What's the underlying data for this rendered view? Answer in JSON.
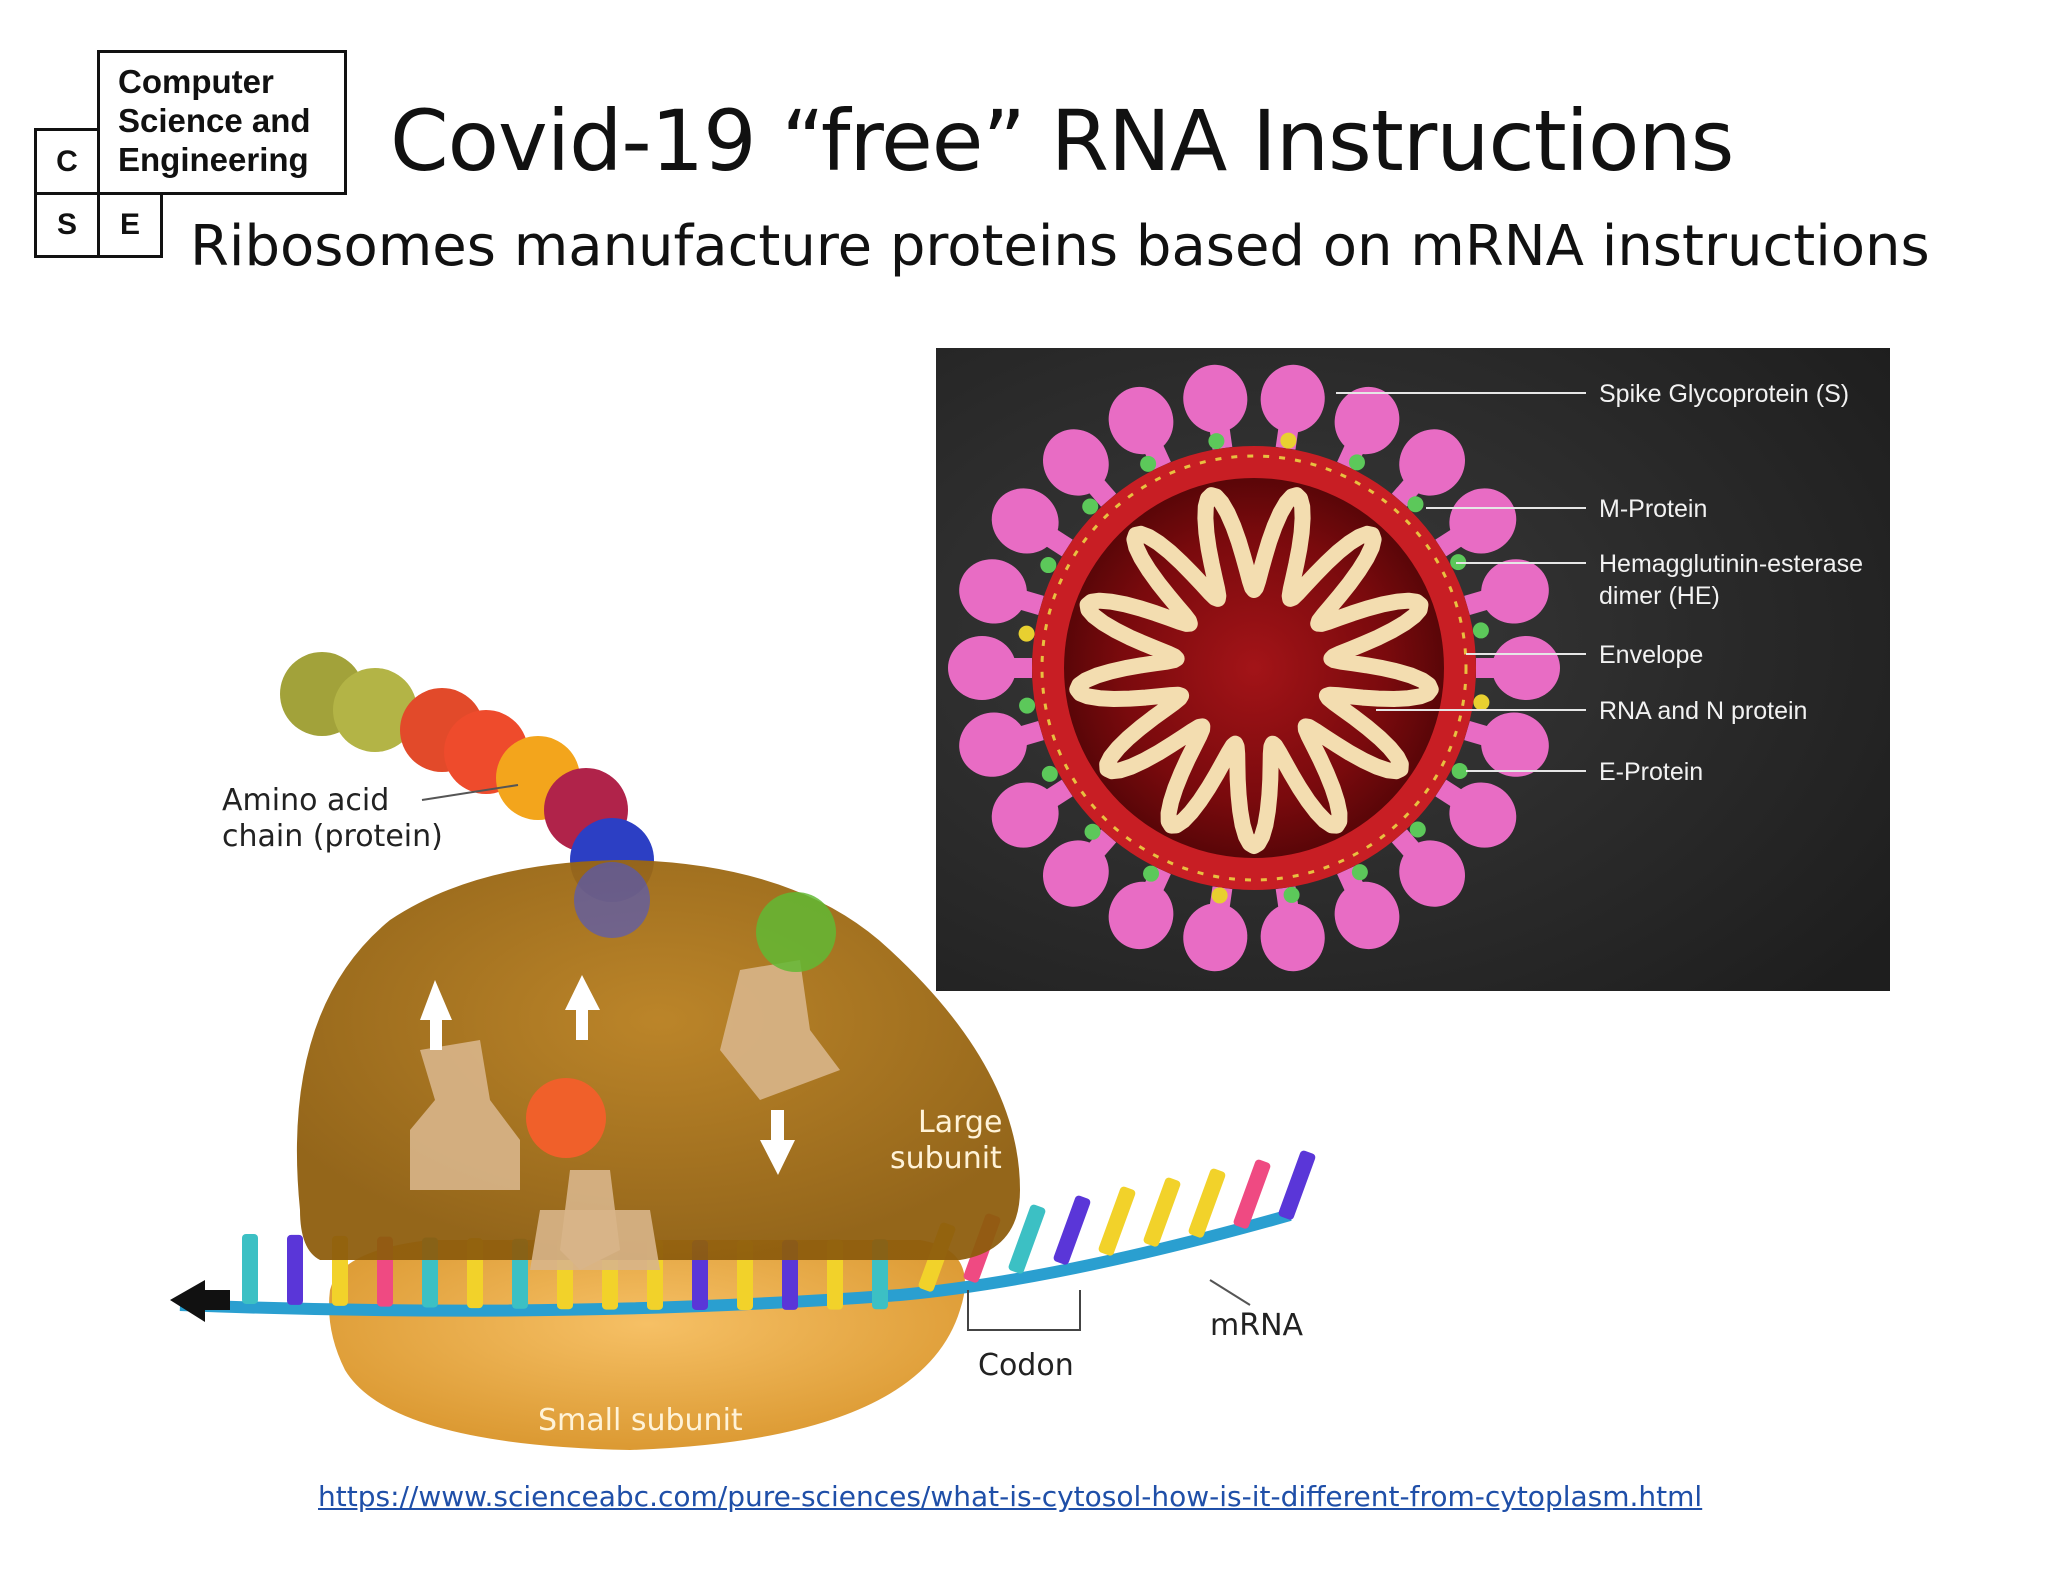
{
  "logo": {
    "lines": [
      "Computer",
      "Science and",
      "Engineering"
    ],
    "letters": {
      "c": "C",
      "s": "S",
      "e": "E"
    }
  },
  "slide": {
    "title": "Covid-19 “free” RNA Instructions",
    "subtitle": "Ribosomes manufacture proteins based on mRNA instructions",
    "source_link": "https://www.scienceabc.com/pure-sciences/what-is-cytosol-how-is-it-different-from-cytoplasm.html"
  },
  "virus_diagram": {
    "labels": {
      "spike": "Spike Glycoprotein (S)",
      "m_protein": "M-Protein",
      "he_line1": "Hemagglutinin-esterase",
      "he_line2": "dimer (HE)",
      "envelope": "Envelope",
      "rna": "RNA and N protein",
      "e_protein": "E-Protein"
    },
    "colors": {
      "background": "#262626",
      "spike": "#e86cc4",
      "envelope": "#c81e24",
      "interior": "#8a0c10"
    }
  },
  "ribosome_diagram": {
    "labels": {
      "amino_line1": "Amino acid",
      "amino_line2": "chain (protein)",
      "large_line1": "Large",
      "large_line2": "subunit",
      "small": "Small subunit",
      "mrna": "mRNA",
      "codon": "Codon"
    },
    "colors": {
      "large_subunit": "#a06b12",
      "small_subunit": "#e6a840",
      "strand": "#2a9fd0"
    }
  }
}
